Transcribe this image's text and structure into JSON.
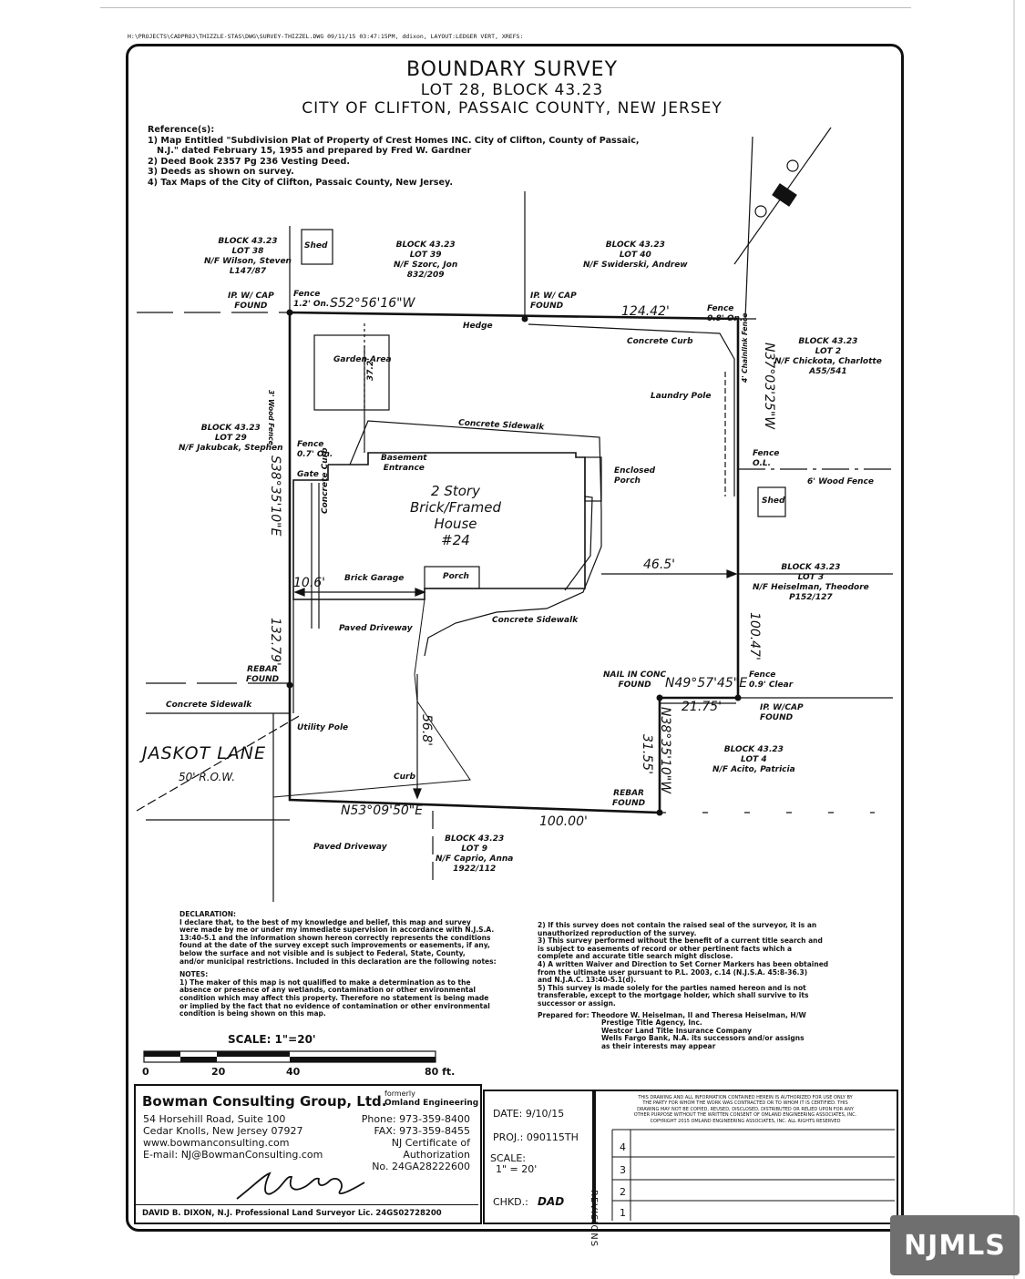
{
  "file_path_line": "H:\\PROJECTS\\CADPROJ\\THIZZLE-STAS\\DWG\\SURVEY-THIZZEL.DWG 09/11/15 03:47:15PM, ddixon, LAYOUT:LEDGER VERT, XREFS:",
  "title": {
    "main": "BOUNDARY SURVEY",
    "lot": "LOT 28, BLOCK 43.23",
    "city": "CITY OF CLIFTON, PASSAIC COUNTY, NEW JERSEY"
  },
  "references": {
    "heading": "Reference(s):",
    "items": [
      "1) Map Entitled \"Subdivision Plat of Property of Crest Homes INC. City of Clifton, County of Passaic,",
      "N.J.\" dated February 15, 1955 and prepared by Fred W. Gardner",
      "2) Deed Book 2357 Pg 236  Vesting Deed.",
      "3) Deeds as shown on survey.",
      "4) Tax Maps of the City of Clifton, Passaic County, New Jersey."
    ]
  },
  "parcels": {
    "lot38": [
      "BLOCK 43.23",
      "LOT 38",
      "N/F Wilson, Steven",
      "L147/87"
    ],
    "lot39": [
      "BLOCK 43.23",
      "LOT 39",
      "N/F Szorc, Jon",
      "832/209"
    ],
    "lot40": [
      "BLOCK 43.23",
      "LOT 40",
      "N/F Swiderski, Andrew"
    ],
    "lot2": [
      "BLOCK 43.23",
      "LOT 2",
      "N/F Chickota, Charlotte",
      "A55/541"
    ],
    "lot29": [
      "BLOCK 43.23",
      "LOT 29",
      "N/F Jakubcak, Stephen"
    ],
    "lot3": [
      "BLOCK 43.23",
      "LOT 3",
      "N/F Heiselman, Theodore",
      "P152/127"
    ],
    "lot4": [
      "BLOCK 43.23",
      "LOT 4",
      "N/F Acito, Patricia"
    ],
    "lot9": [
      "BLOCK 43.23",
      "LOT 9",
      "N/F Caprio, Anna",
      "1922/112"
    ]
  },
  "labels": {
    "shed": "Shed",
    "ip_cap_found_1": [
      "IP. W/ CAP",
      "FOUND"
    ],
    "fence_top_left": [
      "Fence",
      "1.2' On."
    ],
    "bearing_top": "S52°56'16\"W",
    "ip_cap_found_2": [
      "IP. W/ CAP",
      "FOUND"
    ],
    "dist_top": "124.42'",
    "fence_top_right": [
      "Fence",
      "0.8' On."
    ],
    "hedge": "Hedge",
    "concrete_curb_top": "Concrete Curb",
    "garden": "Garden Area",
    "dim_37": "37.2'",
    "laundry_pole": "Laundry Pole",
    "bearing_right": "N37°03'25\"W",
    "chainlink": "4' Chainlink Fence",
    "concrete_sidewalk_top": "Concrete Sidewalk",
    "fence_left": [
      "Fence",
      "0.7' On."
    ],
    "gate": "Gate",
    "basement": [
      "Basement",
      "Entrance"
    ],
    "enclosed_porch": [
      "Enclosed",
      "Porch"
    ],
    "fence_ol": [
      "Fence",
      "O.L."
    ],
    "wood_fence": "6' Wood Fence",
    "shed2": "Shed",
    "house": [
      "2 Story",
      "Brick/Framed",
      "House",
      "#24"
    ],
    "bearing_left": "S38°35'10\"E",
    "concrete_curb_left": "Concrete Curb",
    "dim_46": "46.5'",
    "dim_10": "10.6'",
    "brick_garage": "Brick Garage",
    "porch": "Porch",
    "wood_fence_left": "3' Wood Fence",
    "concrete_sidewalk_mid": "Concrete Sidewalk",
    "paved_driveway": "Paved Driveway",
    "dim_100_47": "100.47'",
    "dist_left": "132.79'",
    "rebar_found_1": [
      "REBAR",
      "FOUND"
    ],
    "nail_found": [
      "NAIL IN CONC",
      "FOUND"
    ],
    "bearing_mid": "N49°57'45\"E",
    "fence_clear": [
      "Fence",
      "0.9' Clear"
    ],
    "concrete_sidewalk_street": "Concrete Sidewalk",
    "dim_21": "21.75'",
    "ip_cap_found_3": [
      "IP. W/CAP",
      "FOUND"
    ],
    "utility_pole": "Utility Pole",
    "dim_56": "56.8'",
    "bearing_lower": "N38°35'10\"W",
    "dim_31": "31.55'",
    "street": "JASKOT LANE",
    "row": "50' R.O.W.",
    "curb": "Curb",
    "rebar_found_2": [
      "REBAR",
      "FOUND"
    ],
    "bearing_bottom": "N53°09'50\"E",
    "dist_bottom": "100.00'",
    "paved_driveway_2": "Paved Driveway"
  },
  "declaration": {
    "heading": "DECLARATION:",
    "lines": [
      "I declare that, to the best of my knowledge and belief, this map and survey",
      "were made by me or under my immediate supervision in accordance with N.J.S.A.",
      "13:40-5.1 and the information shown hereon correctly represents the conditions",
      "found at the date of the survey except such improvements or easements, if any,",
      "below the surface and not visible and is subject to Federal, State, County,",
      "and/or municipal restrictions. Included in this declaration are the following notes:"
    ]
  },
  "notes": {
    "heading": "NOTES:",
    "lines": [
      "1) The maker of this map is not qualified to make a determination as to the",
      "absence or presence of any wetlands, contamination or other environmental",
      "condition which may affect this property. Therefore no statement is being made",
      "or implied by the fact that no evidence of contamination or other environmental",
      "condition is being shown on this map."
    ],
    "right_lines": [
      "2) If this survey does not contain the raised seal of the surveyor, it is an",
      "unauthorized reproduction of the survey.",
      "3) This survey performed without the benefit of a current title search and",
      "is subject to easements of record or other pertinent   facts which a",
      "complete and accurate title search might disclose.",
      "4) A written Waiver and Direction to Set Corner Markers has been obtained",
      "from the ultimate user pursuant to P.L. 2003, c.14 (N.J.S.A. 45:8-36.3)",
      "and N.J.A.C. 13:40-5.1(d).",
      "5) This survey is made solely for the parties named hereon and is not",
      "transferable, except to the mortgage holder, which shall survive to its",
      "successor or assign."
    ],
    "prepared_for": [
      "Prepared for:  Theodore W. Heiselman, II and Theresa Heiselman, H/W",
      "Prestige Title Agency, Inc.",
      "Westcor Land Title Insurance Company",
      "Wells Fargo Bank, N.A. its successors and/or assigns",
      "as their interests may appear"
    ]
  },
  "scale": {
    "label": "SCALE:  1\"=20'",
    "ticks": [
      "0",
      "20",
      "40",
      "80 ft."
    ]
  },
  "title_block": {
    "company": "Bowman Consulting Group, Ltd.",
    "formerly": "formerly",
    "formerly_name": "Omland Engineering",
    "address1": "54 Horsehill Road, Suite 100",
    "address2": "Cedar Knolls, New Jersey 07927",
    "web": "www.bowmanconsulting.com",
    "email": "E-mail: NJ@BowmanConsulting.com",
    "phone": "Phone: 973-359-8400",
    "fax": "FAX: 973-359-8455",
    "cert": "NJ Certificate of Authorization",
    "cert_no": "No. 24GA28222600",
    "surveyor": "DAVID B. DIXON, N.J. Professional Land Surveyor Lic. 24GS02728200",
    "date": "DATE: 9/10/15",
    "proj": "PROJ.: 090115TH",
    "scale_label": "SCALE:",
    "scale_value": "1\" = 20'",
    "chkd": "CHKD.:",
    "chkd_value": "DAD",
    "revisions": "REVISIONS",
    "rev_numbers": [
      "4",
      "3",
      "2",
      "1"
    ],
    "copyright": [
      "THIS DRAWING AND ALL INFORMATION CONTAINED HEREIN IS AUTHORIZED FOR USE ONLY BY",
      "THE PARTY FOR WHOM THE WORK WAS CONTRACTED OR TO WHOM IT IS CERTIFIED. THIS",
      "DRAWING MAY NOT BE COPIED, REUSED, DISCLOSED, DISTRIBUTED OR RELIED UPON FOR ANY",
      "OTHER PURPOSE WITHOUT THE WRITTEN CONSENT OF OMLAND ENGINEERING ASSOCIATES, INC.",
      "COPYRIGHT 2015 OMLAND ENGINEERING ASSOCIATES, INC. ALL RIGHTS RESERVED"
    ]
  },
  "watermark": "NJMLS"
}
